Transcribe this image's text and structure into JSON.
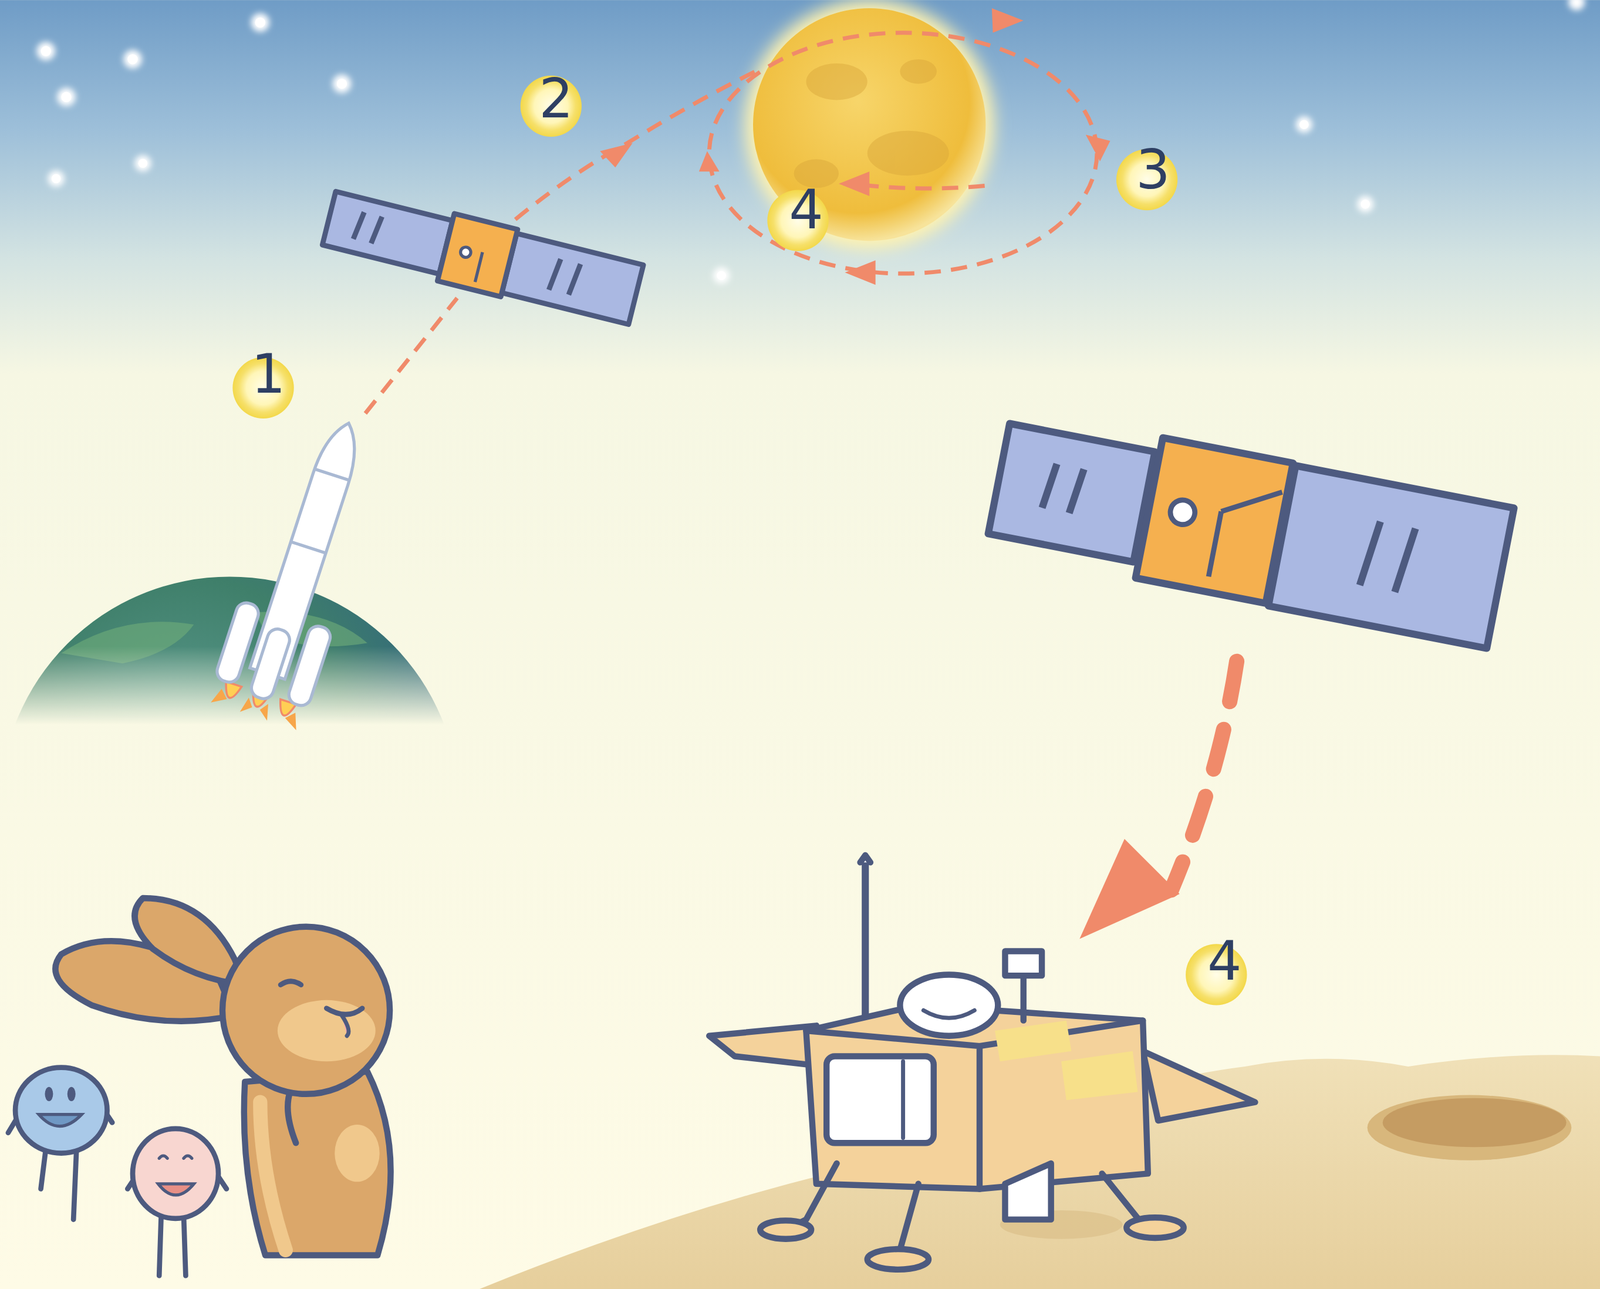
{
  "diagram": {
    "labels": [
      "2",
      "3",
      "4",
      "1",
      "4"
    ]
  }
}
